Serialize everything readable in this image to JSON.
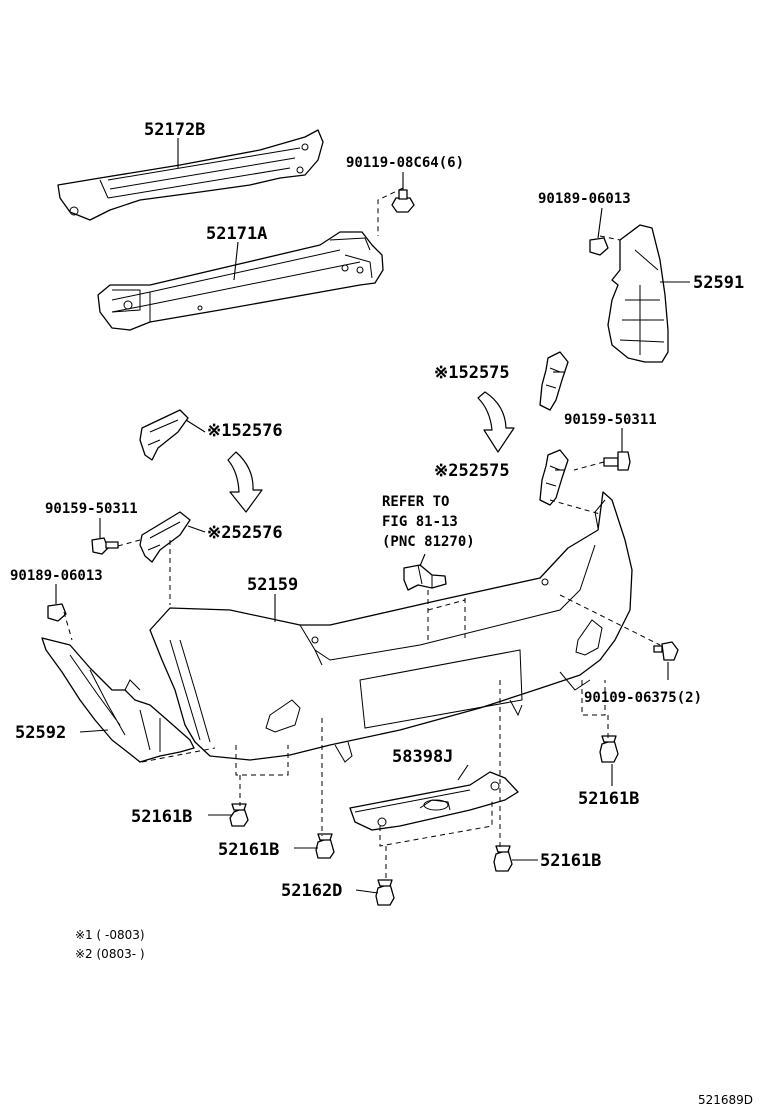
{
  "labels": {
    "l_52172B": "52172B",
    "l_52171A": "52171A",
    "l_90119": "90119-08C64(6)",
    "l_90189_r": "90189-06013",
    "l_52591": "52591",
    "l_52575_1": "※152575",
    "l_52575_2": "※252575",
    "l_90159_r": "90159-50311",
    "l_52576_1": "※152576",
    "l_52576_2": "※252576",
    "l_90159_l": "90159-50311",
    "l_90189_l": "90189-06013",
    "l_52159": "52159",
    "l_refer_1": "REFER TO",
    "l_refer_2": "FIG 81-13",
    "l_refer_3": "(PNC 81270)",
    "l_90109": "90109-06375(2)",
    "l_52592": "52592",
    "l_58398J": "58398J",
    "l_52161B_1": "52161B",
    "l_52161B_2": "52161B",
    "l_52161B_3": "52161B",
    "l_52161B_4": "52161B",
    "l_52162D": "52162D"
  },
  "notes": {
    "n1": "※1 (     -0803)",
    "n2": "※2 (0803-     )"
  },
  "figure_code": "521689D"
}
